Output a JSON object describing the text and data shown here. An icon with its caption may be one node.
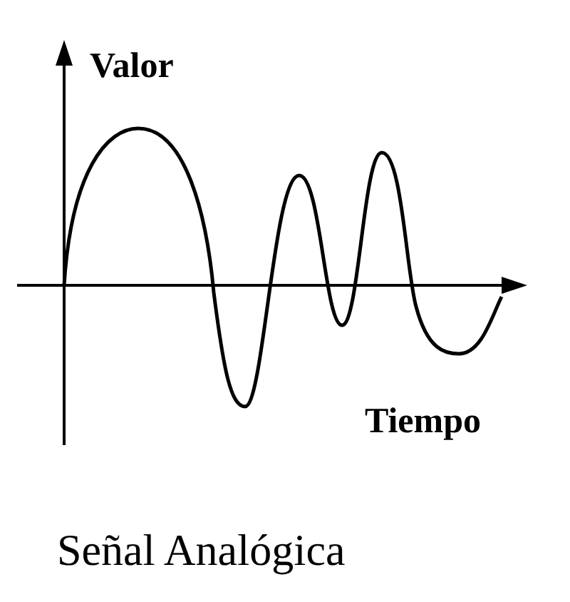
{
  "diagram": {
    "caption": "Señal Analógica",
    "labels": [
      "Valor",
      "Tiempo"
    ]
  }
}
